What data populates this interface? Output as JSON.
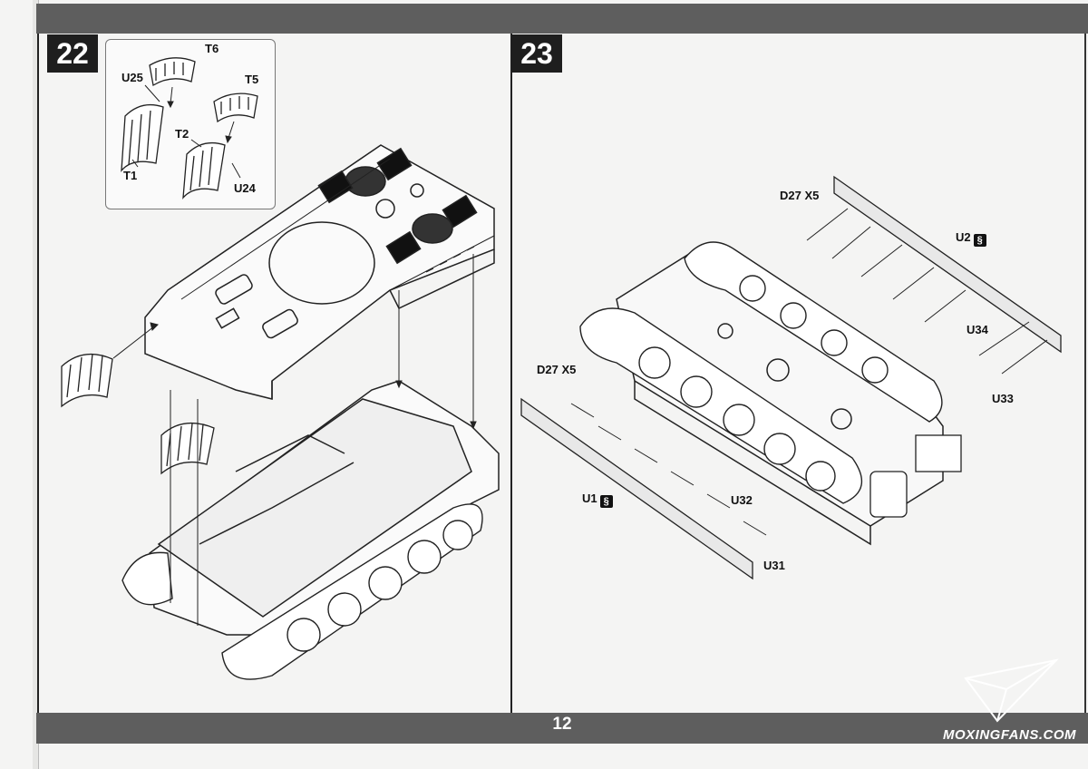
{
  "page": {
    "number": "12",
    "watermark": "MOXINGFANS.COM"
  },
  "steps": [
    {
      "number": "22",
      "labels": {
        "t6": "T6",
        "u25": "U25",
        "t5": "T5",
        "t2": "T2",
        "t1": "T1",
        "u24": "U24"
      }
    },
    {
      "number": "23",
      "labels": {
        "d27_top": "D27 X5",
        "u2": "U2",
        "u34": "U34",
        "u33": "U33",
        "d27_left": "D27 X5",
        "u1": "U1",
        "u32": "U32",
        "u31": "U31"
      }
    }
  ],
  "colors": {
    "bar": "#5e5e5e",
    "step_badge": "#1e1e1e",
    "paper": "#f4f4f3",
    "line": "#222222"
  },
  "icons": {
    "part_sheet_badge": "ink-marker-icon",
    "watermark_logo": "paper-plane-icon"
  }
}
